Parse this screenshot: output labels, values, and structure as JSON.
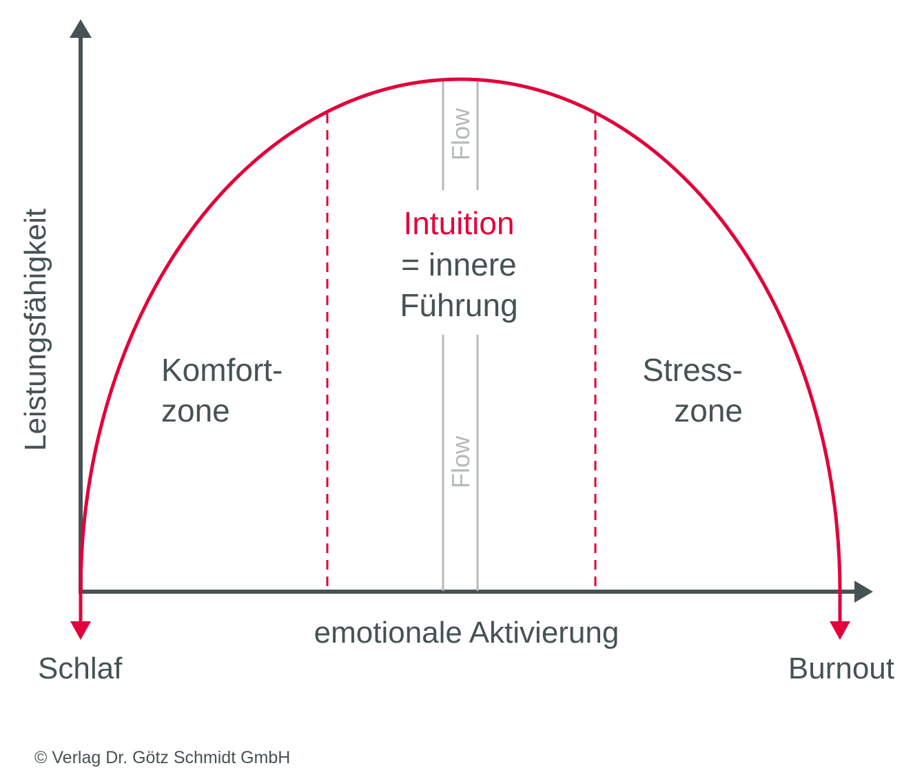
{
  "colors": {
    "accent": "#e2003a",
    "axis": "#465253",
    "flow": "#b4b9ba"
  },
  "axes": {
    "y_label": "Leistungsfähigkeit",
    "x_label": "emotionale Aktivierung"
  },
  "ends": {
    "left": "Schlaf",
    "right": "Burnout"
  },
  "zones": {
    "comfort": [
      "Komfort-",
      "zone"
    ],
    "stress": [
      "Stress-",
      "zone"
    ],
    "center": {
      "title": "Intuition",
      "line2": "= innere",
      "line3": "Führung"
    }
  },
  "flow": {
    "top": "Flow",
    "bottom": "Flow"
  },
  "copyright": "© Verlag Dr. Götz Schmidt GmbH"
}
